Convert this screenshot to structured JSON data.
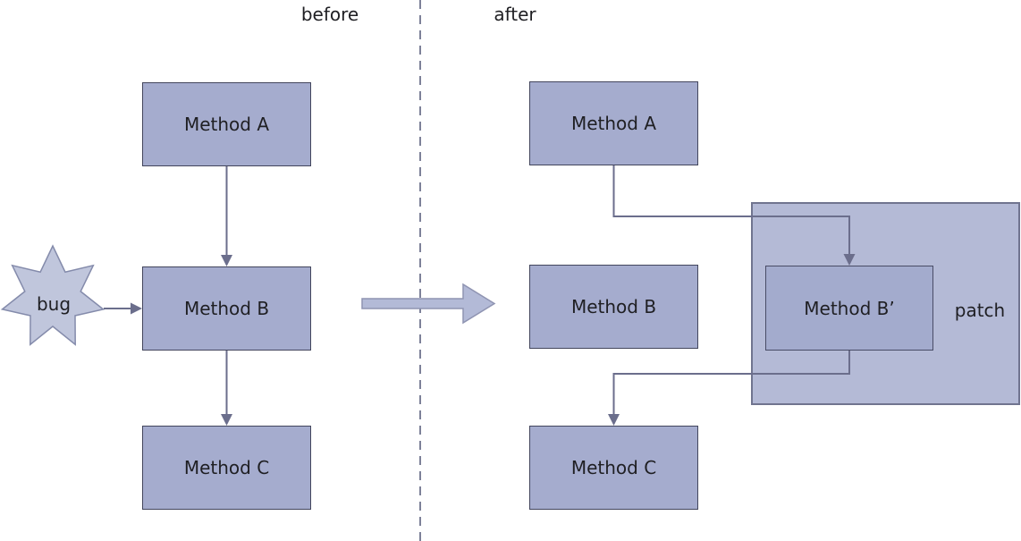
{
  "panels": {
    "before": {
      "label": "before",
      "bug_label": "bug",
      "boxes": {
        "method_a": "Method A",
        "method_b": "Method B",
        "method_c": "Method C"
      }
    },
    "after": {
      "label": "after",
      "patch_label": "patch",
      "boxes": {
        "method_a": "Method A",
        "method_b": "Method B",
        "method_b_prime": "Method B’",
        "method_c": "Method C"
      }
    }
  },
  "icons": {
    "bug_star": "seven-point-burst-star",
    "transform_arrow": "right-block-arrow",
    "divider": "vertical-dashed-line"
  },
  "colors": {
    "box_fill": "#a5acce",
    "box_border": "#42455c",
    "box_prime_fill": "#a3abcd",
    "patch_fill": "#b4bad6",
    "patch_border": "#70748f",
    "star_fill": "#c0c6dc",
    "star_border": "#848bab",
    "connector": "#6b6e8c",
    "big_arrow_fill": "#b3bad7",
    "big_arrow_border": "#8f94b2",
    "divider": "#7d8199",
    "text": "#1f1f23"
  }
}
